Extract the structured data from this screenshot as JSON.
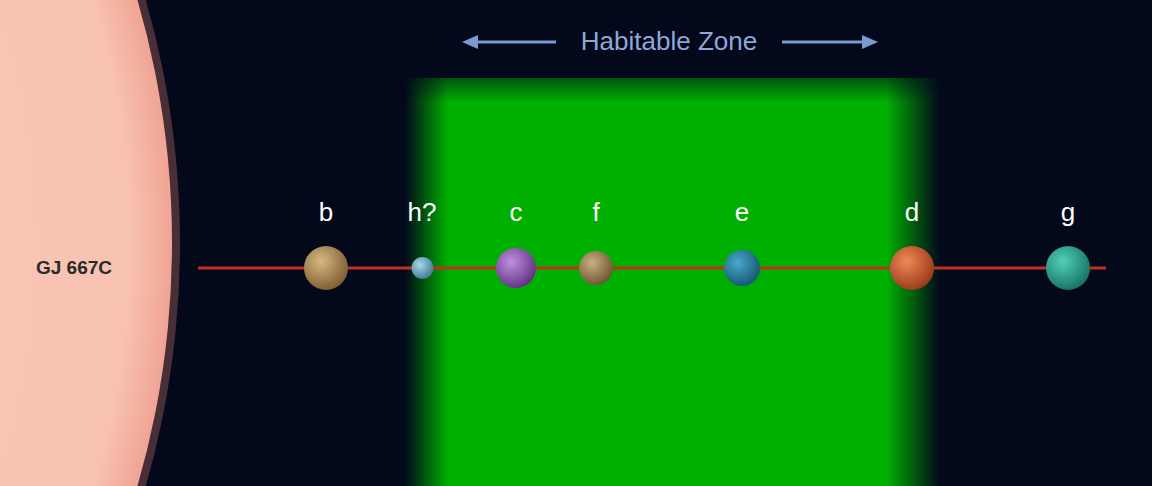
{
  "diagram": {
    "nodes": [
      {
        "text": [
          "GJ 667C"
        ]
      },
      {
        "text": [
          "b"
        ]
      },
      {
        "text": [
          "h?"
        ]
      },
      {
        "text": [
          "c"
        ]
      },
      {
        "text": [
          "f"
        ]
      },
      {
        "text": [
          "e"
        ]
      },
      {
        "text": [
          "d"
        ]
      },
      {
        "text": [
          "g"
        ]
      }
    ],
    "labels": [
      "Habitable Zone"
    ]
  }
}
